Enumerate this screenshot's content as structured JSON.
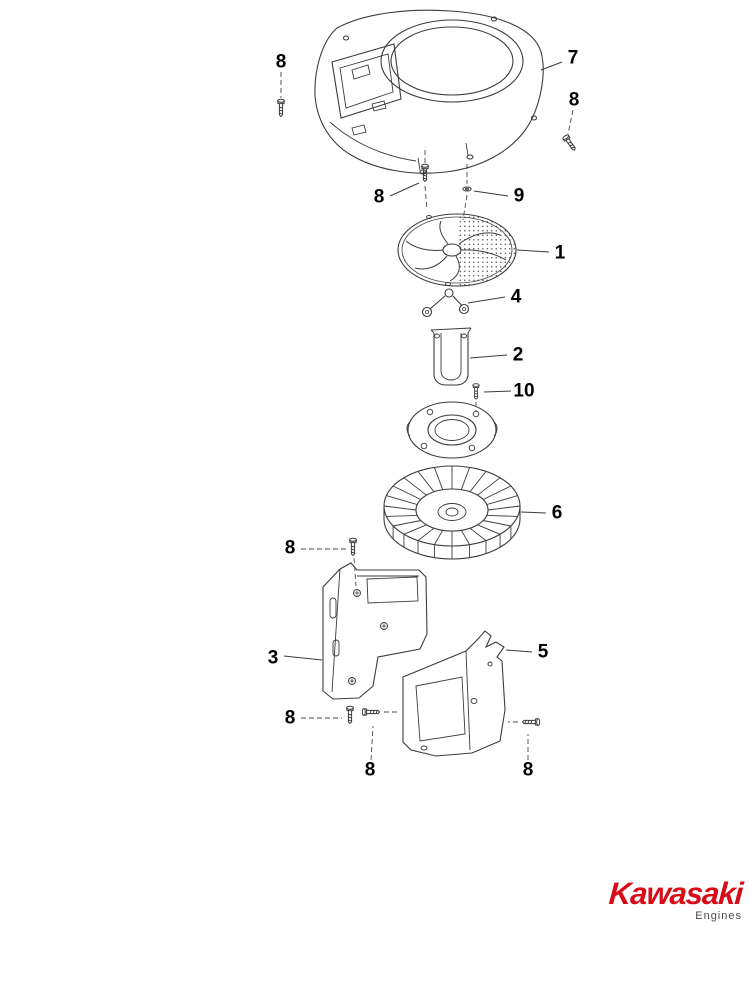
{
  "diagram": {
    "type": "exploded-parts-diagram",
    "callouts": [
      {
        "label": "8",
        "target": "screw-housing-left"
      },
      {
        "label": "7",
        "target": "blower-housing"
      },
      {
        "label": "8",
        "target": "screw-housing-right"
      },
      {
        "label": "8",
        "target": "screw-under-housing"
      },
      {
        "label": "9",
        "target": "washer"
      },
      {
        "label": "1",
        "target": "fan-screen"
      },
      {
        "label": "4",
        "target": "wire-clip"
      },
      {
        "label": "2",
        "target": "bracket"
      },
      {
        "label": "10",
        "target": "stator-screw"
      },
      {
        "label": "6",
        "target": "flywheel-fan"
      },
      {
        "label": "8",
        "target": "screw-baffle-left-upper"
      },
      {
        "label": "3",
        "target": "baffle-left"
      },
      {
        "label": "5",
        "target": "baffle-right"
      },
      {
        "label": "8",
        "target": "screw-baffle-left-lower"
      },
      {
        "label": "8",
        "target": "screw-baffle-center"
      },
      {
        "label": "8",
        "target": "screw-baffle-right"
      }
    ],
    "line_color": "#3c3c3c"
  },
  "logo": {
    "brand": "Kawasaki",
    "sub": "Engines",
    "brand_color": "#d80c18"
  }
}
